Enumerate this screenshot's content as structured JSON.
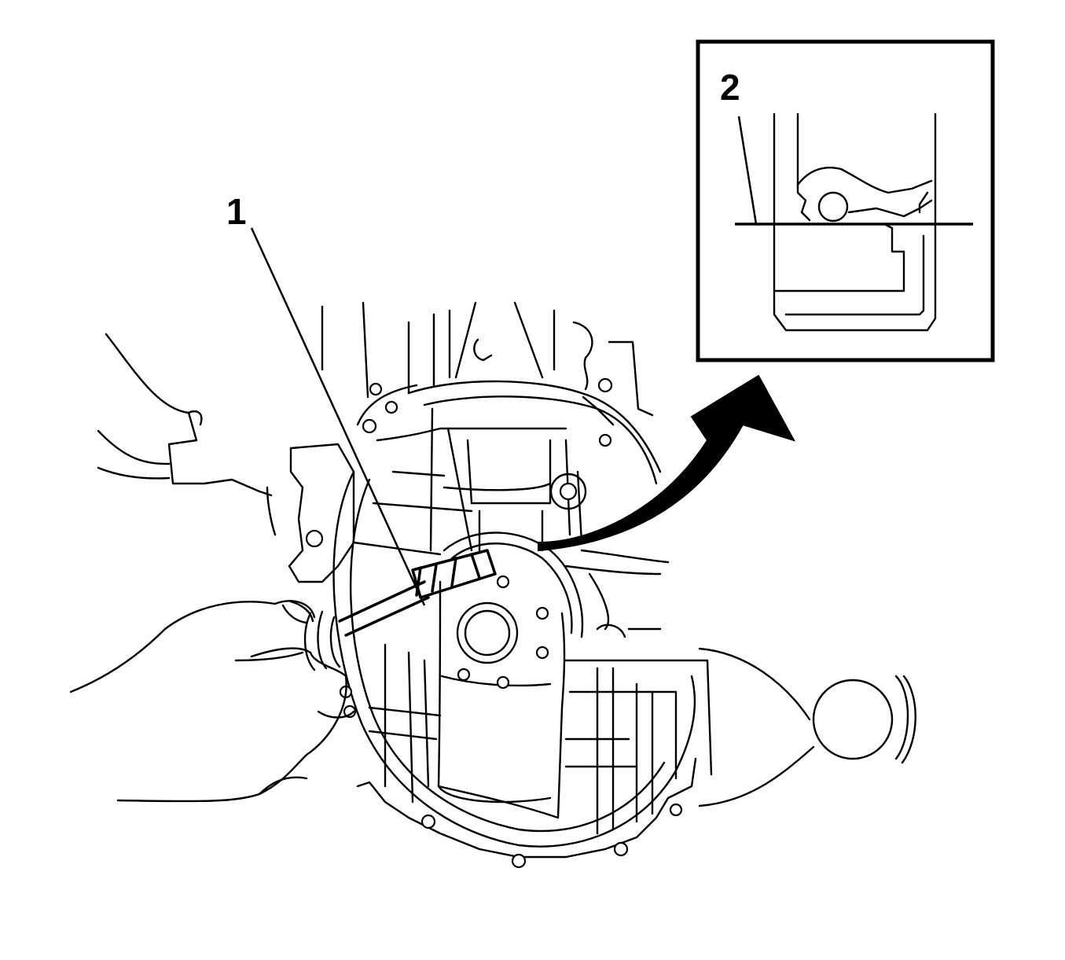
{
  "callouts": [
    {
      "id": "1",
      "label": "1"
    },
    {
      "id": "2",
      "label": "2"
    }
  ],
  "icons": {
    "arrow": "curved-arrow-icon",
    "hand": "hand-icon",
    "tool": "screwdriver-icon",
    "inset": "seal-detail-inset"
  },
  "colors": {
    "line": "#000000",
    "background": "#ffffff"
  }
}
